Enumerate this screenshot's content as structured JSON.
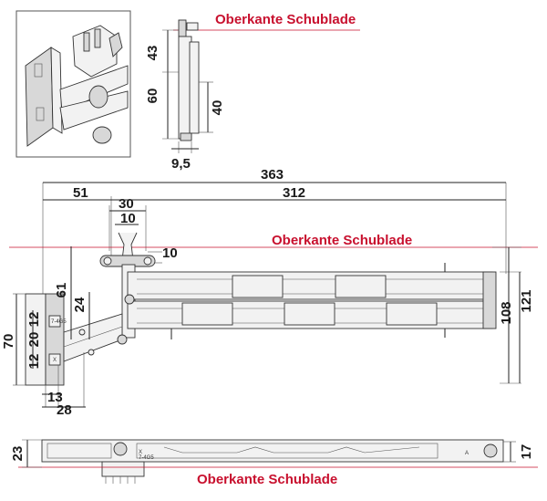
{
  "labels": {
    "reference_line": "Oberkante Schublade"
  },
  "inset": {
    "dims": {
      "d43": "43",
      "d60": "60",
      "d40": "40",
      "d9_5": "9,5"
    }
  },
  "main": {
    "dims": {
      "d363": "363",
      "d312": "312",
      "d51": "51",
      "d30": "30",
      "d10a": "10",
      "d10b": "10",
      "d61": "61",
      "d24": "24",
      "d70": "70",
      "d12a": "12",
      "d20": "20",
      "d12b": "12",
      "d13": "13",
      "d28": "28",
      "d108": "108",
      "d121": "121"
    },
    "part_marks": {
      "mark1": "X",
      "mark2": "7-4G5"
    }
  },
  "bottom": {
    "dims": {
      "d23": "23",
      "d17": "17"
    },
    "part_marks": {
      "mark1": "X",
      "mark2": "7-4G5",
      "mark3": "A"
    }
  },
  "colors": {
    "accent": "#c8102e",
    "line": "#222222"
  }
}
